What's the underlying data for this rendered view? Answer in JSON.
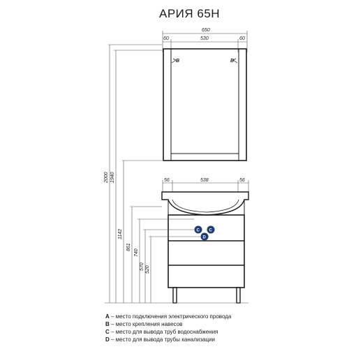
{
  "title": "АРИЯ 65Н",
  "mirror_widths": {
    "total": "650",
    "left_side": "60",
    "center": "530",
    "right_side": "60"
  },
  "sink_widths": {
    "left": "56",
    "center": "538",
    "right": "56"
  },
  "heights": [
    "2000",
    "1940",
    "1142",
    "861",
    "740",
    "570",
    "520"
  ],
  "markers": {
    "b_left": "B",
    "b_right": "B",
    "c_left": "C",
    "c_right": "C",
    "d": "D"
  },
  "legend": [
    {
      "key": "A",
      "text": " – место подключения электрического провода"
    },
    {
      "key": "B",
      "text": " – место крепления навесов"
    },
    {
      "key": "C",
      "text": " – место для вывода труб водоснабжения"
    },
    {
      "key": "D",
      "text": " – место для вывода трубы канализации"
    }
  ],
  "colors": {
    "line": "#1a1a1a",
    "dim_line": "#555555",
    "marker_fill": "#1f3b73"
  }
}
